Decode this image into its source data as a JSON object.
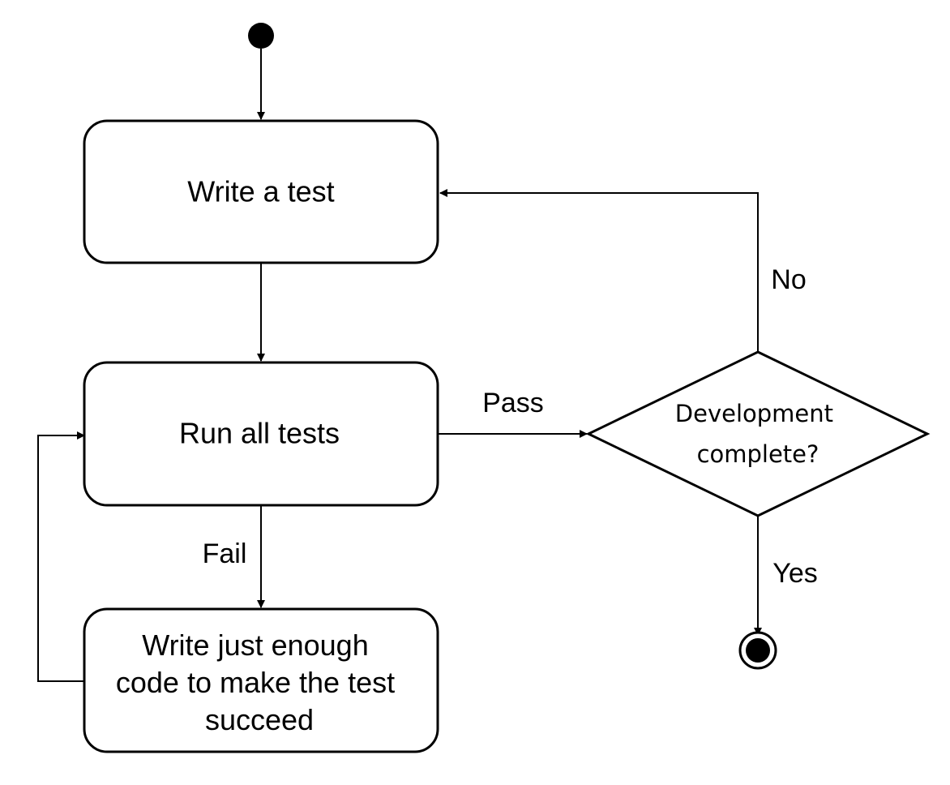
{
  "nodes": {
    "write_test": {
      "label": "Write a test"
    },
    "run_tests": {
      "label": "Run all tests"
    },
    "write_code": {
      "lines": [
        "Write just enough",
        "code to make the test",
        "succeed"
      ]
    },
    "decision": {
      "lines": [
        "Development",
        "complete?"
      ]
    }
  },
  "edges": {
    "pass": "Pass",
    "fail": "Fail",
    "no": "No",
    "yes": "Yes"
  }
}
